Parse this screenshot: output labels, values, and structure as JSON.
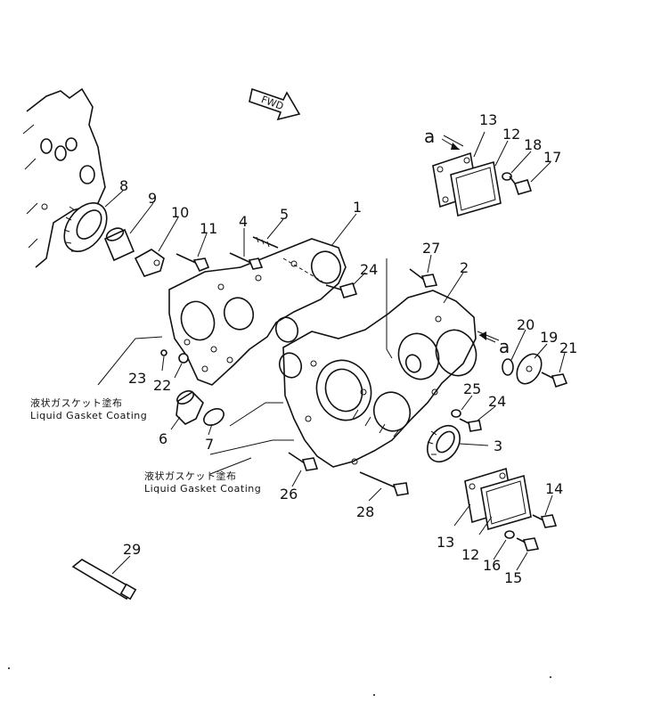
{
  "diagram": {
    "direction_arrow": "FWD",
    "callout_letter": "a",
    "part_numbers": [
      "1",
      "2",
      "3",
      "4",
      "5",
      "6",
      "7",
      "8",
      "9",
      "10",
      "11",
      "12",
      "13",
      "14",
      "15",
      "16",
      "17",
      "18",
      "19",
      "20",
      "21",
      "22",
      "23",
      "24",
      "25",
      "26",
      "27",
      "28",
      "29"
    ],
    "labels": {
      "p1": "1",
      "p2": "2",
      "p3": "3",
      "p4": "4",
      "p5": "5",
      "p6": "6",
      "p7": "7",
      "p8": "8",
      "p9": "9",
      "p10": "10",
      "p11": "11",
      "p12a": "12",
      "p12b": "12",
      "p13a": "13",
      "p13b": "13",
      "p14": "14",
      "p15": "15",
      "p16": "16",
      "p17": "17",
      "p18": "18",
      "p19": "19",
      "p20": "20",
      "p21": "21",
      "p22": "22",
      "p23": "23",
      "p24a": "24",
      "p24b": "24",
      "p25": "25",
      "p26": "26",
      "p27": "27",
      "p28": "28",
      "p29": "29"
    },
    "notes": {
      "left_jp": "液状ガスケット塗布",
      "left_en": "Liquid Gasket Coating",
      "center_jp": "液状ガスケット塗布",
      "center_en": "Liquid Gasket Coating"
    }
  }
}
